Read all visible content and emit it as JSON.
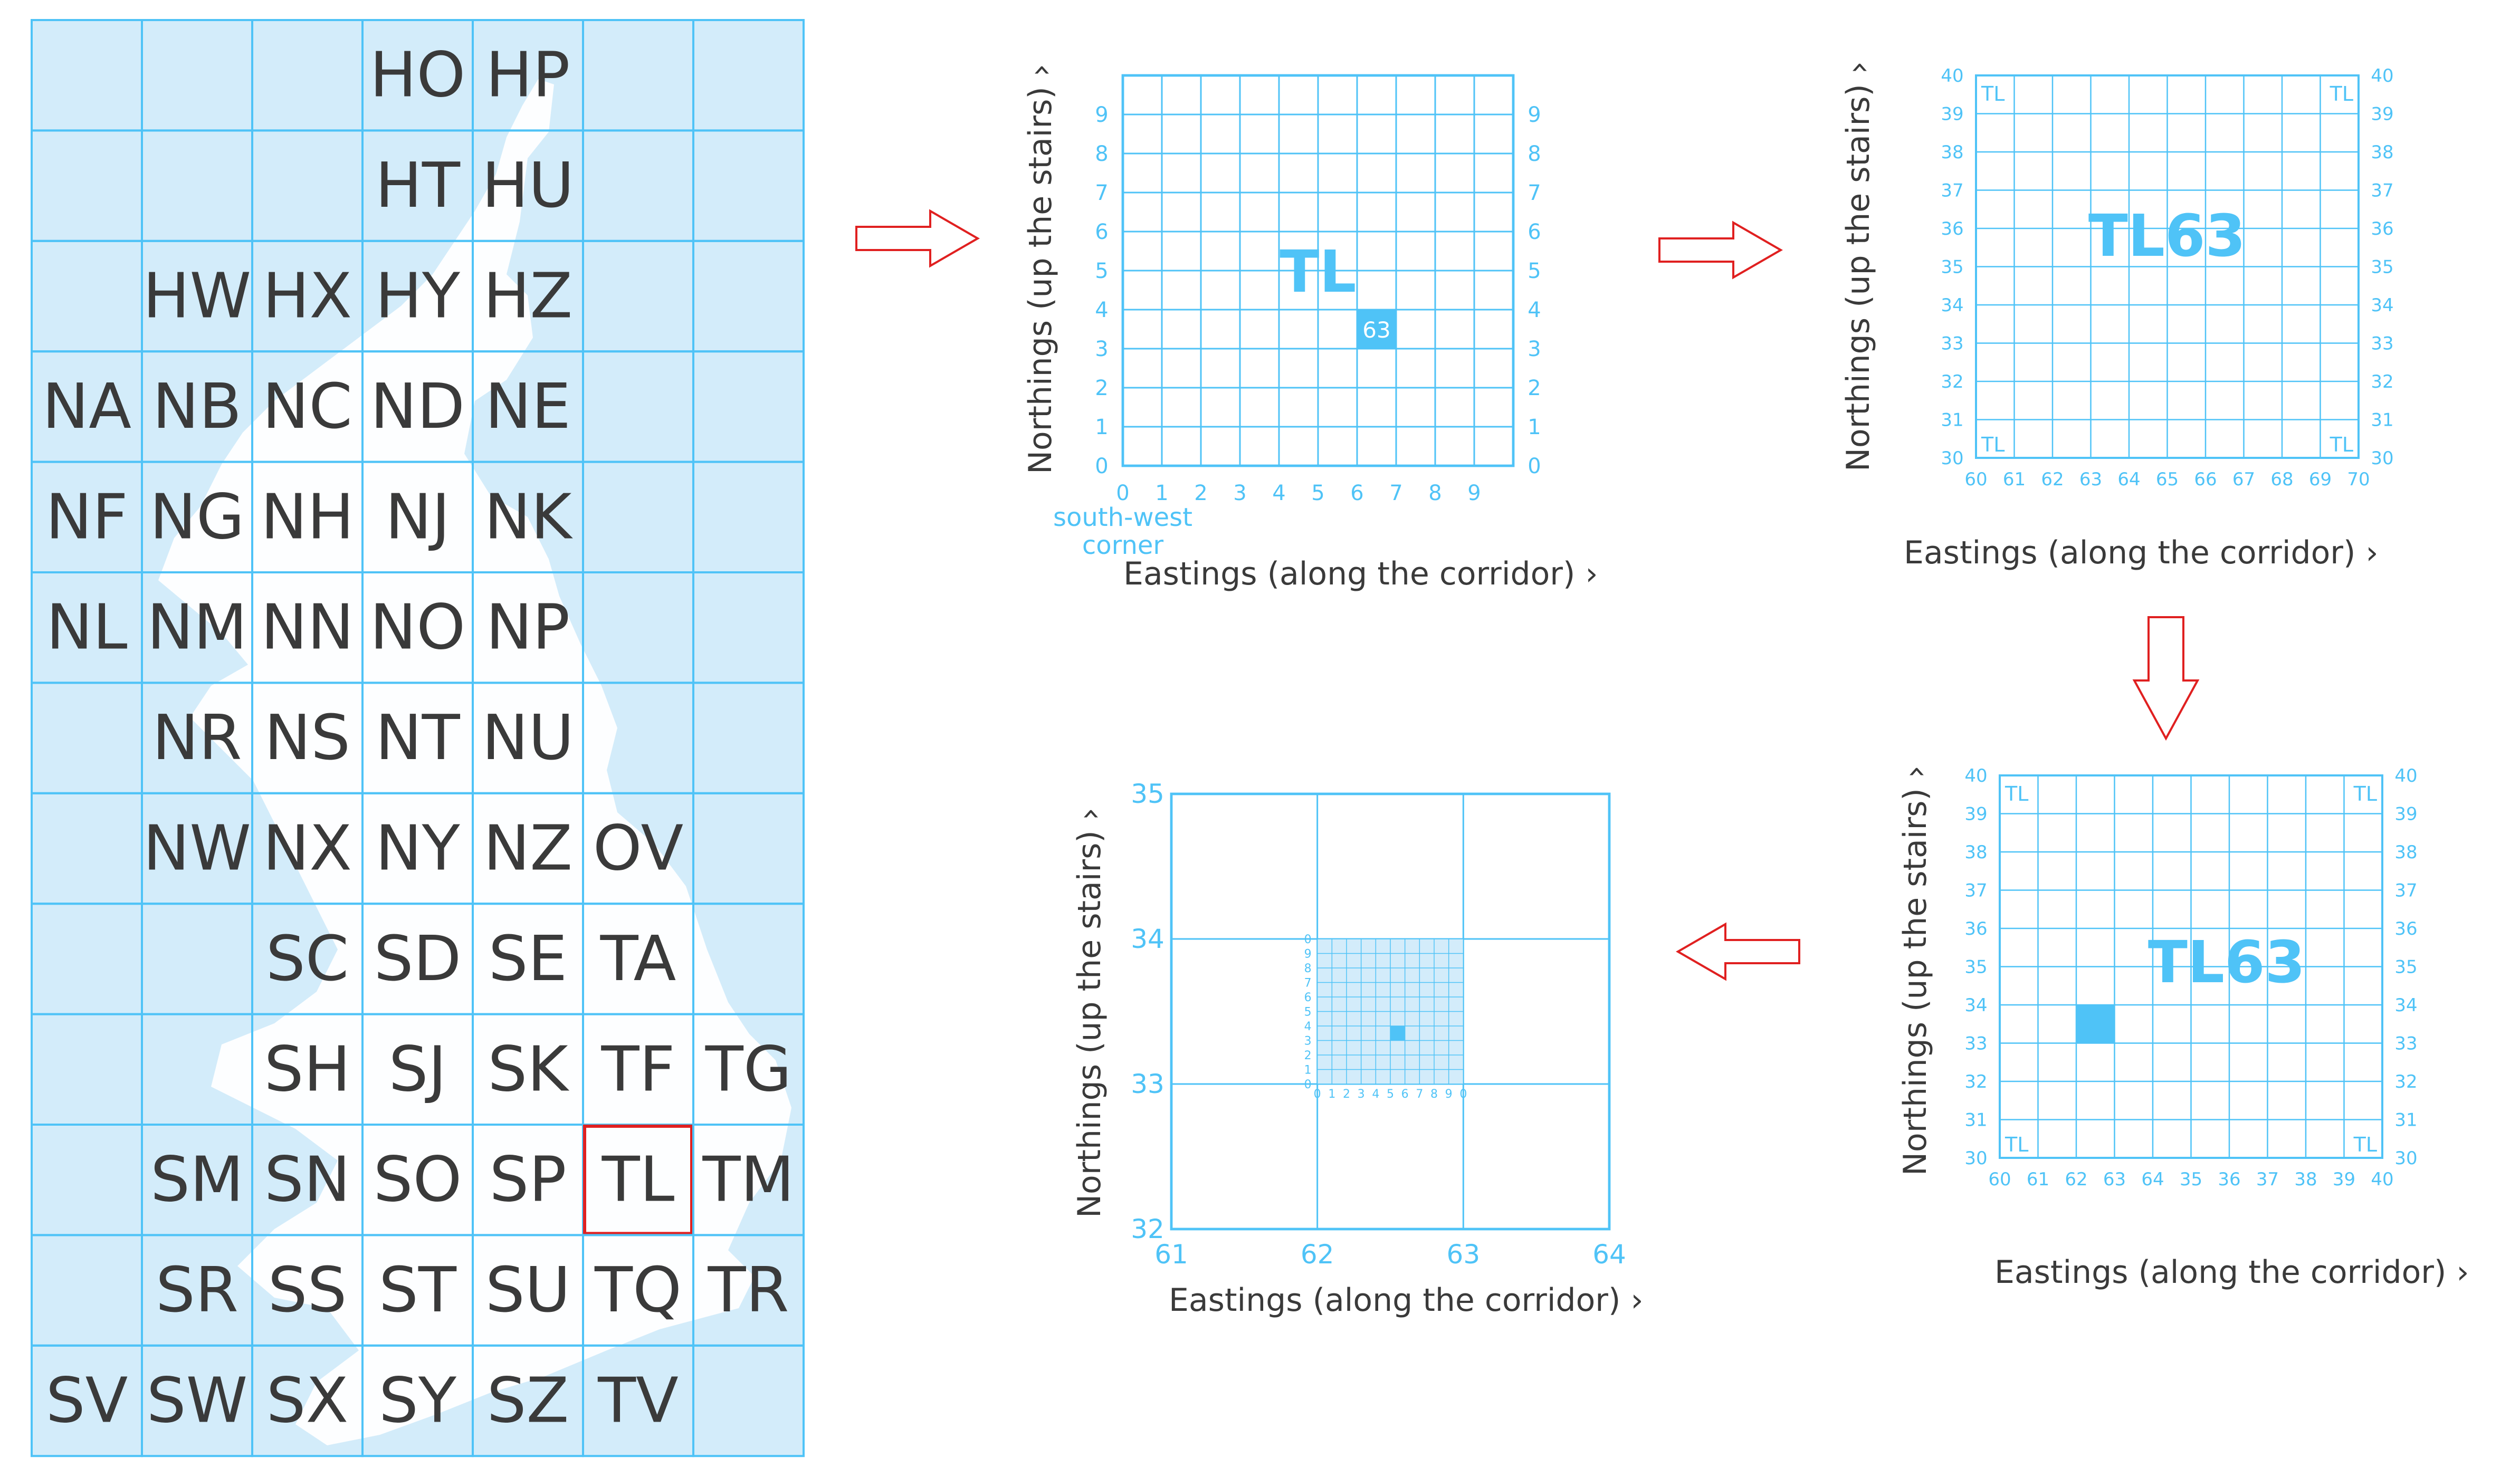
{
  "colors": {
    "grid": "#4fc3f7",
    "grid_text": "#4fc3f7",
    "land": "#ffffff",
    "sea": "#d3ecfa",
    "label": "#3a3a3a",
    "arrow": "#e02020",
    "highlight": "#4fc3f7",
    "selected_border": "#e02020"
  },
  "national_grid": {
    "rows": [
      [
        "",
        "",
        "",
        "HO",
        "HP",
        "",
        ""
      ],
      [
        "",
        "",
        "",
        "HT",
        "HU",
        "",
        ""
      ],
      [
        "",
        "HW",
        "HX",
        "HY",
        "HZ",
        "",
        ""
      ],
      [
        "NA",
        "NB",
        "NC",
        "ND",
        "NE",
        "",
        ""
      ],
      [
        "NF",
        "NG",
        "NH",
        "NJ",
        "NK",
        "",
        ""
      ],
      [
        "NL",
        "NM",
        "NN",
        "NO",
        "NP",
        "",
        ""
      ],
      [
        "",
        "NR",
        "NS",
        "NT",
        "NU",
        "",
        ""
      ],
      [
        "",
        "NW",
        "NX",
        "NY",
        "NZ",
        "OV",
        ""
      ],
      [
        "",
        "",
        "SC",
        "SD",
        "SE",
        "TA",
        ""
      ],
      [
        "",
        "",
        "SH",
        "SJ",
        "SK",
        "TF",
        "TG"
      ],
      [
        "",
        "SM",
        "SN",
        "SO",
        "SP",
        "TL",
        "TM"
      ],
      [
        "",
        "SR",
        "SS",
        "ST",
        "SU",
        "TQ",
        "TR"
      ],
      [
        "SV",
        "SW",
        "SX",
        "SY",
        "SZ",
        "TV",
        ""
      ]
    ],
    "selected": "TL"
  },
  "panel1": {
    "square_label": "TL",
    "highlight_label": "63",
    "highlight_cell": {
      "easting": 6,
      "northing": 3
    },
    "ticks": [
      "0",
      "1",
      "2",
      "3",
      "4",
      "5",
      "6",
      "7",
      "8",
      "9"
    ],
    "corner_note_line1": "south-west",
    "corner_note_line2": "corner",
    "xlabel": "Eastings (along the corridor) ›",
    "ylabel": "Northings (up the stairs) ›"
  },
  "panel2": {
    "square_label": "TL63",
    "corner_tag": "TL",
    "x_ticks": [
      "60",
      "61",
      "62",
      "63",
      "64",
      "65",
      "66",
      "67",
      "68",
      "69",
      "70"
    ],
    "y_ticks": [
      "30",
      "31",
      "32",
      "33",
      "34",
      "35",
      "36",
      "37",
      "38",
      "39",
      "40"
    ],
    "xlabel": "Eastings (along the corridor) ›",
    "ylabel": "Northings (up the stairs) ›"
  },
  "panel3": {
    "square_label": "TL63",
    "corner_tag": "TL",
    "highlight_cell": {
      "easting": 2,
      "northing": 3
    },
    "x_ticks": [
      "60",
      "61",
      "62",
      "63",
      "64",
      "35",
      "36",
      "37",
      "38",
      "39",
      "40"
    ],
    "y_ticks": [
      "30",
      "31",
      "32",
      "33",
      "34",
      "35",
      "36",
      "37",
      "38",
      "39",
      "40"
    ],
    "xlabel": "Eastings (along the corridor) ›",
    "ylabel": "Northings (up the stairs) ›"
  },
  "panel4": {
    "x_ticks": [
      "61",
      "62",
      "63",
      "64"
    ],
    "y_ticks": [
      "32",
      "33",
      "34",
      "35"
    ],
    "small_ticks": [
      "0",
      "1",
      "2",
      "3",
      "4",
      "5",
      "6",
      "7",
      "8",
      "9",
      "0"
    ],
    "highlight_cell": {
      "easting": 5,
      "northing": 3
    },
    "xlabel": "Eastings (along the corridor) ›",
    "ylabel": "Northings (up the stairs) ›"
  }
}
